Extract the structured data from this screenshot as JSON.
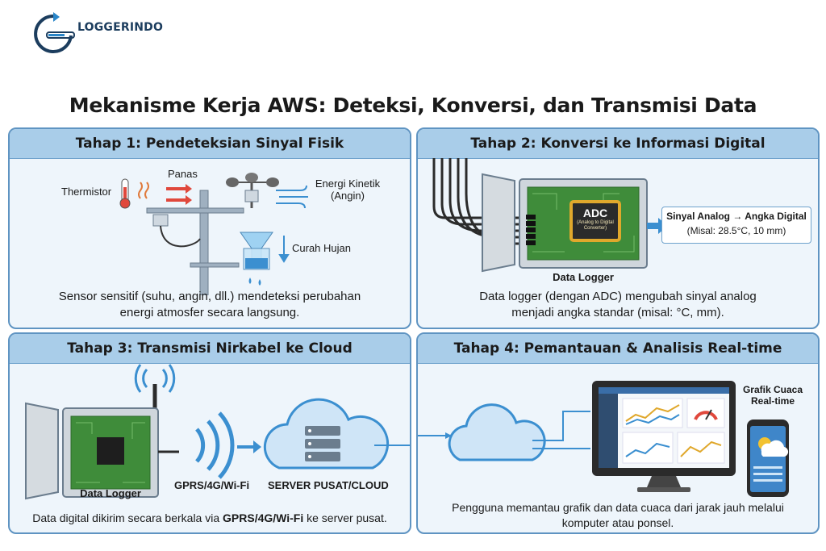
{
  "brand": {
    "name": "LOGGERINDO"
  },
  "title": "Mekanisme Kerja AWS: Deteksi, Konversi, dan Transmisi Data",
  "stages": [
    {
      "title": "Tahap 1: Pendeteksian Sinyal Fisik",
      "labels": {
        "thermistor": "Thermistor",
        "heat": "Panas",
        "kinetic_line1": "Energi Kinetik",
        "kinetic_line2": "(Angin)",
        "rain": "Curah Hujan"
      },
      "caption_line1": "Sensor sensitif (suhu, angin, dll.) mendeteksi perubahan",
      "caption_line2": "energi atmosfer secara langsung."
    },
    {
      "title": "Tahap 2: Konversi ke Informasi Digital",
      "labels": {
        "adc": "ADC",
        "adc_sub_line1": "(Analog to Digital",
        "adc_sub_line2": "Converter)",
        "device": "Data Logger",
        "result_line1": "Sinyal Analog → Angka Digital",
        "result_line2": "(Misal: 28.5°C, 10 mm)"
      },
      "caption_line1": "Data logger (dengan ADC) mengubah sinyal analog",
      "caption_line2": "menjadi angka standar (misal: °C, mm)."
    },
    {
      "title": "Tahap 3: Transmisi Nirkabel ke Cloud",
      "labels": {
        "device": "Data Logger",
        "network": "GPRS/4G/Wi-Fi",
        "server": "SERVER PUSAT/CLOUD"
      },
      "caption_pre": "Data digital dikirim secara berkala via ",
      "caption_bold": "GPRS/4G/Wi-Fi",
      "caption_post": " ke server pusat."
    },
    {
      "title": "Tahap 4: Pemantauan & Analisis Real-time",
      "labels": {
        "chart_line1": "Grafik Cuaca",
        "chart_line2": "Real-time"
      },
      "caption_line1": "Pengguna memantau grafik dan data cuaca dari jarak jauh melalui",
      "caption_line2": "komputer atau ponsel."
    }
  ],
  "colors": {
    "panel_bg": "#eef5fb",
    "header_bg": "#a9cde9",
    "border": "#5f94c2",
    "pcb_green": "#3f8c3a",
    "adc_gold": "#e0a82c",
    "arrow_red": "#e0483c",
    "arrow_blue": "#3b8fd0"
  }
}
